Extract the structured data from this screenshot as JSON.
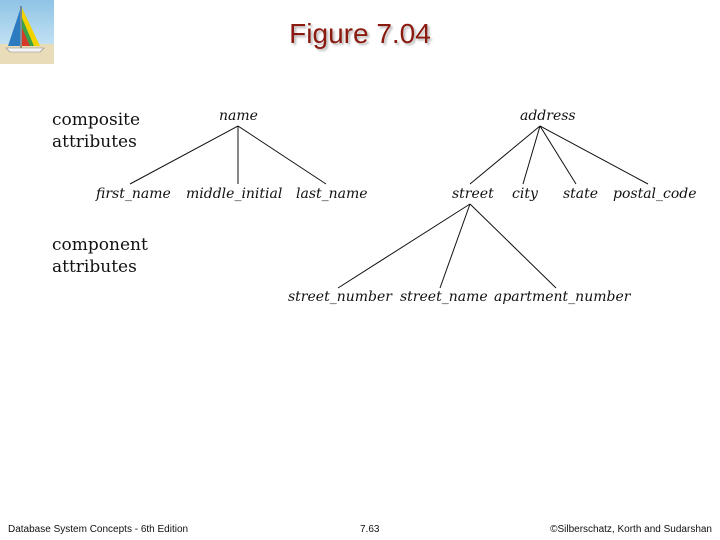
{
  "title": "Figure 7.04",
  "labels": {
    "composite": "composite\nattributes",
    "component": "component\nattributes"
  },
  "nodes": {
    "name": "name",
    "first_name": "first_name",
    "middle_initial": "middle_initial",
    "last_name": "last_name",
    "address": "address",
    "street": "street",
    "city": "city",
    "state": "state",
    "postal_code": "postal_code",
    "street_number": "street_number",
    "street_name": "street_name",
    "apartment_number": "apartment_number"
  },
  "footer": {
    "left": "Database System Concepts - 6th Edition",
    "center": "7.63",
    "right": "©Silberschatz, Korth and Sudarshan"
  }
}
